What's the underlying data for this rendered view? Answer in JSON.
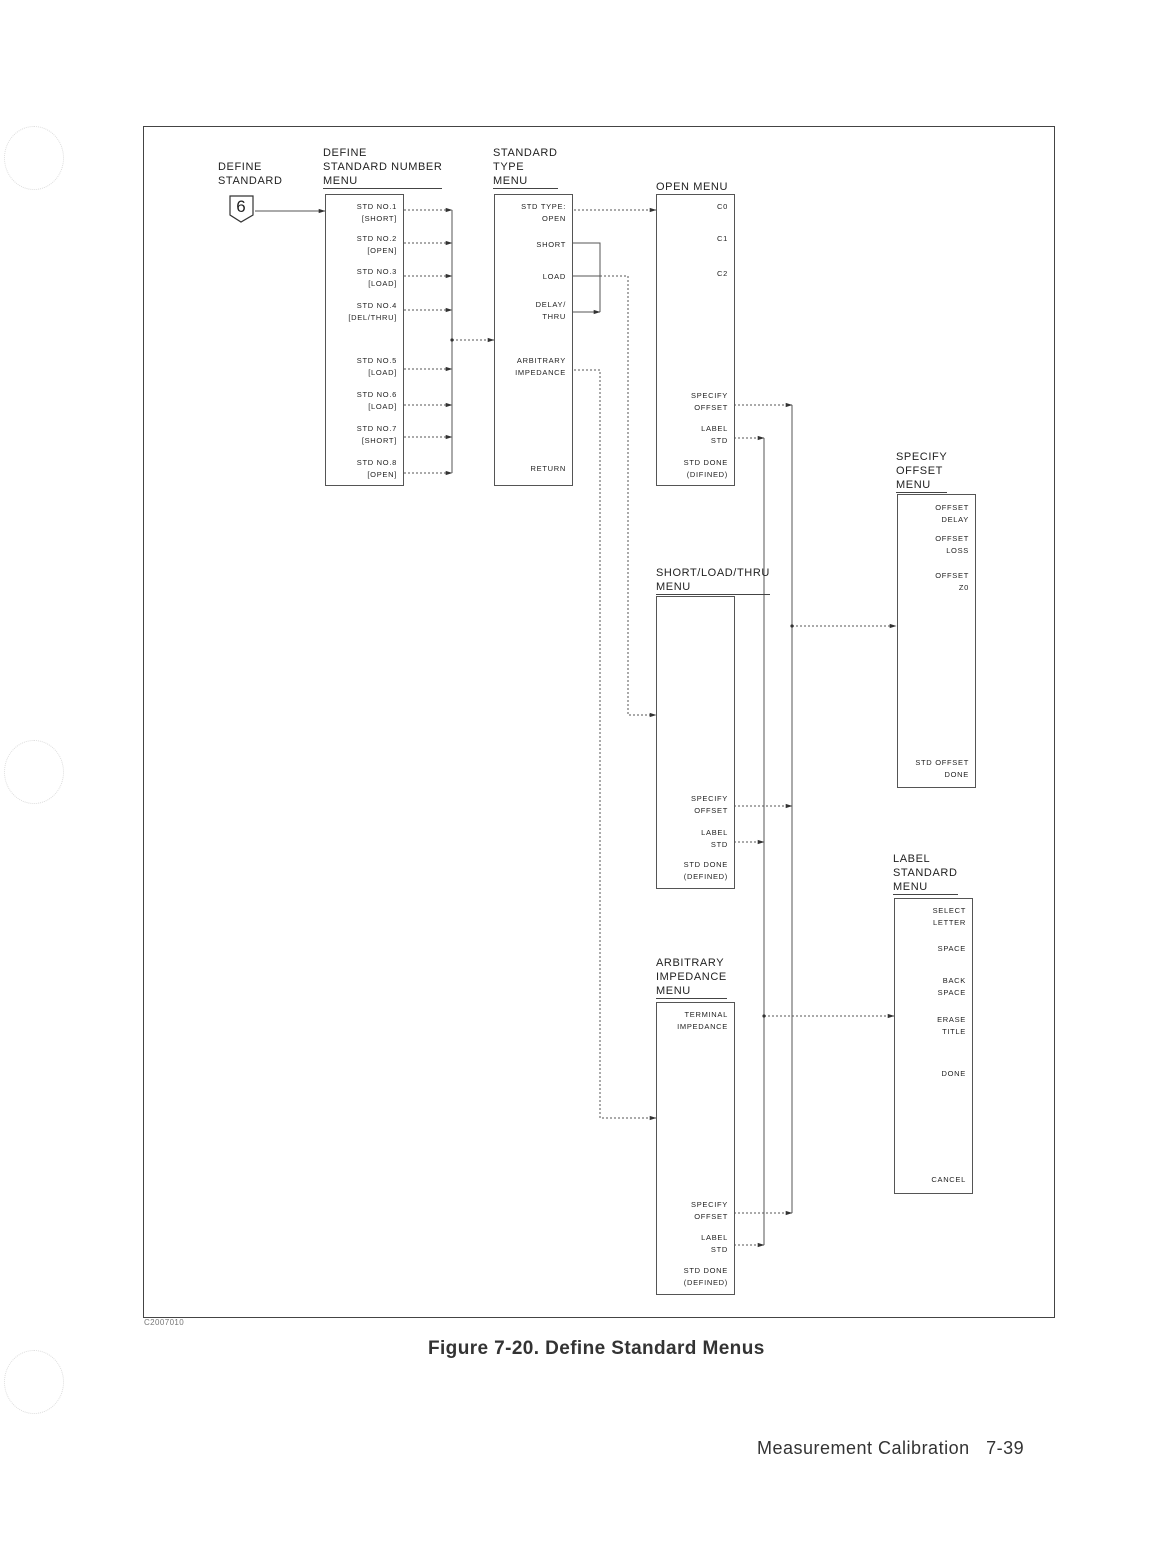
{
  "figure_id": "C2007010",
  "hardkey": {
    "label": "DEFINE\nSTANDARD",
    "number": "6"
  },
  "menus": {
    "std_number": {
      "title": "DEFINE\nSTANDARD NUMBER\nMENU",
      "keys": [
        "STD NO.1\n[SHORT]",
        "STD NO.2\n[OPEN]",
        "STD NO.3\n[LOAD]",
        "STD NO.4\n[DEL/THRU]",
        "STD NO.5\n[LOAD]",
        "STD NO.6\n[LOAD]",
        "STD NO.7\n[SHORT]",
        "STD NO.8\n[OPEN]"
      ]
    },
    "std_type": {
      "title": "STANDARD\nTYPE\nMENU",
      "keys": [
        "STD TYPE:\nOPEN",
        "SHORT",
        "LOAD",
        "DELAY/\nTHRU",
        "ARBITRARY\nIMPEDANCE",
        "RETURN"
      ]
    },
    "open": {
      "title": "OPEN MENU",
      "keys": [
        "C0",
        "C1",
        "C2",
        "SPECIFY\nOFFSET",
        "LABEL\nSTD",
        "STD DONE\n(DIFINED)"
      ]
    },
    "short_load_thru": {
      "title": "SHORT/LOAD/THRU\nMENU",
      "keys": [
        "SPECIFY\nOFFSET",
        "LABEL\nSTD",
        "STD DONE\n(DEFINED)"
      ]
    },
    "arbitrary": {
      "title": "ARBITRARY\nIMPEDANCE\nMENU",
      "keys": [
        "TERMINAL\nIMPEDANCE",
        "SPECIFY\nOFFSET",
        "LABEL\nSTD",
        "STD DONE\n(DEFINED)"
      ]
    },
    "specify_offset": {
      "title": "SPECIFY\nOFFSET\nMENU",
      "keys": [
        "OFFSET\nDELAY",
        "OFFSET\nLOSS",
        "OFFSET\nZ0",
        "STD OFFSET\nDONE"
      ]
    },
    "label_standard": {
      "title": "LABEL\nSTANDARD\nMENU",
      "keys": [
        "SELECT\nLETTER",
        "SPACE",
        "BACK\nSPACE",
        "ERASE\nTITLE",
        "DONE",
        "CANCEL"
      ]
    }
  },
  "caption": "Figure 7-20. Define Standard Menus",
  "footer": "Measurement Calibration   7-39"
}
